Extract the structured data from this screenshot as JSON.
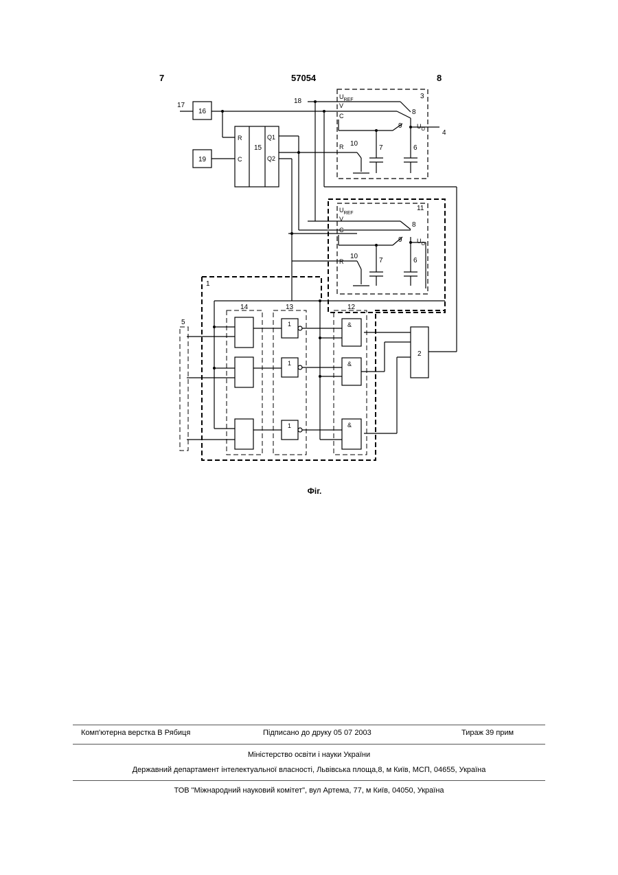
{
  "header": {
    "left_page": "7",
    "patent_number": "57054",
    "right_page": "8"
  },
  "diagram": {
    "ref_labels": {
      "n1": "1",
      "n2": "2",
      "n3": "3",
      "n4": "4",
      "n5": "5",
      "n6": "6",
      "n7": "7",
      "n8": "8",
      "n9": "9",
      "n10": "10",
      "n11": "11",
      "n12": "12",
      "n13": "13",
      "n14": "14",
      "n15": "15",
      "n16": "16",
      "n17": "17",
      "n18": "18",
      "n19": "19"
    },
    "pins": {
      "r": "R",
      "c": "C",
      "q1": "Q1",
      "q2": "Q2",
      "uref_main": "U",
      "uref_sub": "REF",
      "v": "V",
      "uo_main": "U",
      "uo_sub": "O",
      "not_gate": "1",
      "and_gate": "&"
    },
    "caption": "Фіг."
  },
  "footer": {
    "layout": "Комп'ютерна верстка В  Рябиця",
    "signed": "Підписано до друку 05 07 2003",
    "circulation": "Тираж 39 прим",
    "ministry": "Міністерство освіти і науки України",
    "department": "Державний департамент інтелектуальної власності, Львівська площа,8, м  Київ, МСП, 04655, Україна",
    "company": "ТОВ \"Міжнародний науковий комітет\", вул  Артема, 77, м  Київ, 04050, Україна"
  }
}
